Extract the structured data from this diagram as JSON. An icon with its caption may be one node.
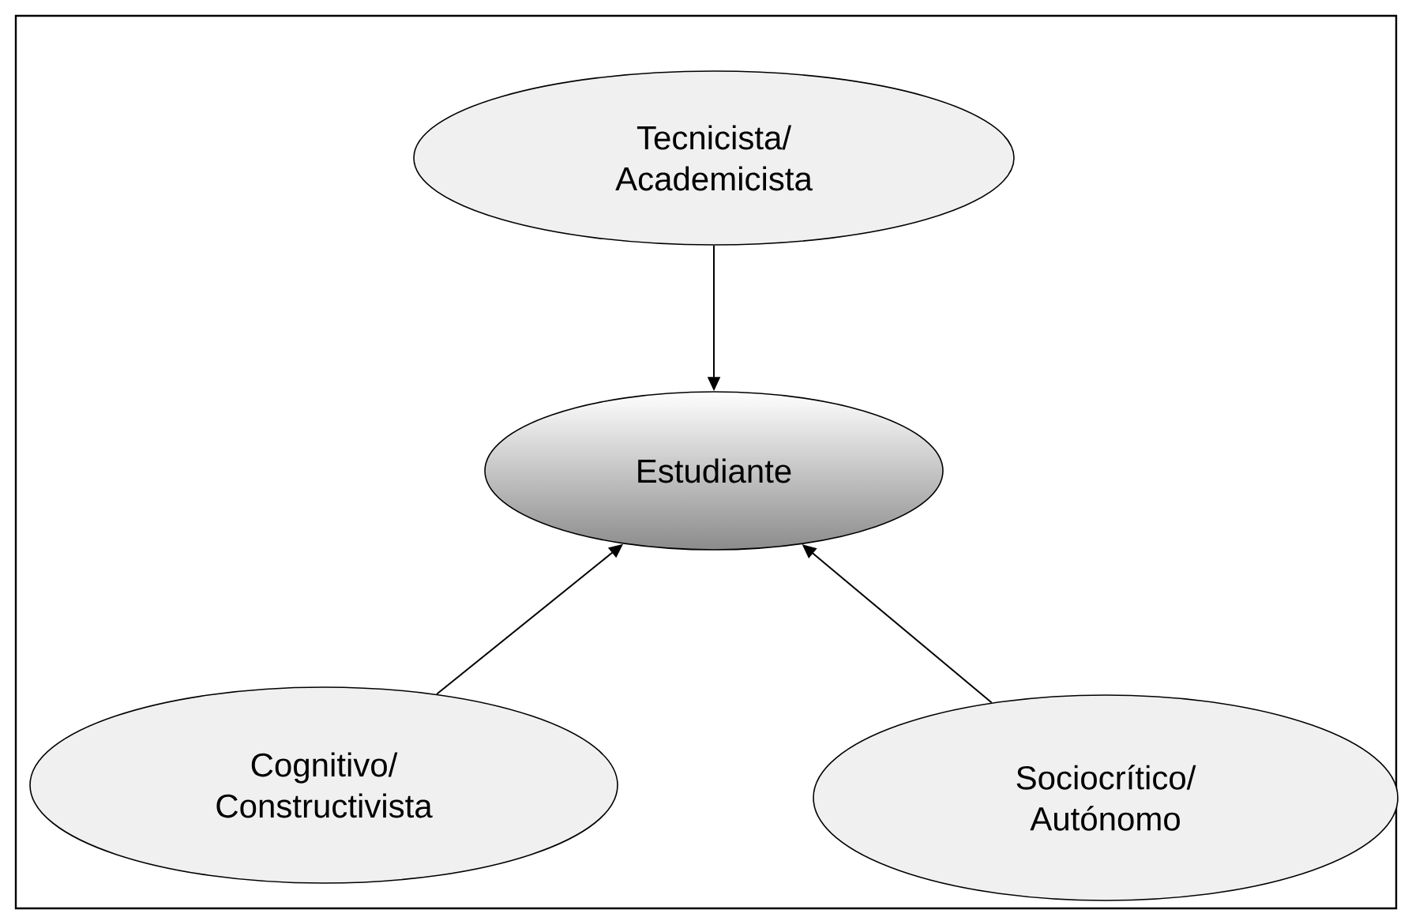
{
  "diagram": {
    "nodes": [
      {
        "text": [
          "Tecnicista/ Academicista"
        ]
      },
      {
        "text": [
          "Estudiante"
        ]
      },
      {
        "text": [
          "Cognitivo/ Constructivista"
        ]
      },
      {
        "text": [
          "Sociocrítico/ Autónomo"
        ]
      }
    ],
    "edges": [
      {
        "from": 0,
        "to": 1,
        "arrow": "to"
      },
      {
        "from": 2,
        "to": 1,
        "arrow": "to"
      },
      {
        "from": 3,
        "to": 1,
        "arrow": "to"
      }
    ]
  }
}
